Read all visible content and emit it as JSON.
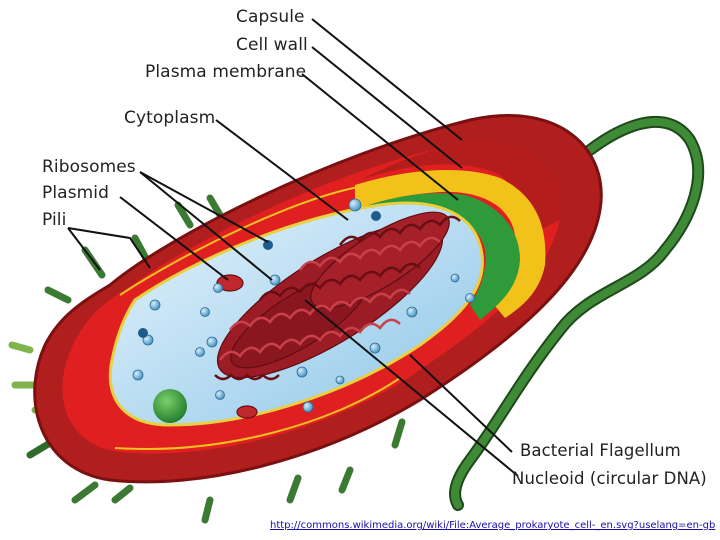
{
  "labels": {
    "capsule": "Capsule",
    "cell_wall": "Cell wall",
    "plasma_membrane": "Plasma membrane",
    "cytoplasm": "Cytoplasm",
    "ribosomes": "Ribosomes",
    "plasmid": "Plasmid",
    "pili": "Pili",
    "bacterial_flagellum": "Bacterial Flagellum",
    "nucleoid": "Nucleoid (circular DNA)"
  },
  "source_link": "http://commons.wikimedia.org/wiki/File:Average_prokaryote_cell-_en.svg?uselang=en-gb",
  "colors": {
    "capsule": "#b01e1e",
    "capsule_dark": "#7a1010",
    "cell_wall": "#e02020",
    "plasma_membrane_yellow": "#f2c21a",
    "membrane_green": "#2e9a3a",
    "cytoplasm": "#b9dcf2",
    "nucleoid": "#9b1c24",
    "flagellum": "#2f6b2a",
    "pili": "#3b7a32"
  }
}
